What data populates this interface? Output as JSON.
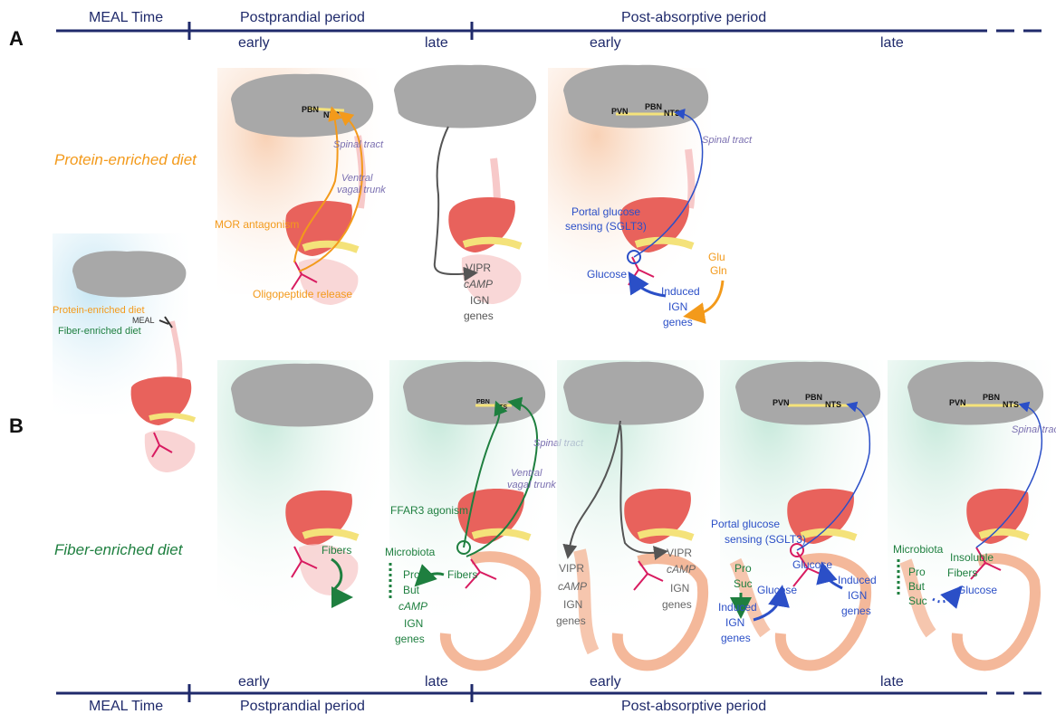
{
  "colors": {
    "navy": "#1f2a6b",
    "protein": "#f39a1b",
    "fiber": "#1e7f3f",
    "blue": "#2b4fc7",
    "liver": "#e8625c",
    "gray": "#555555",
    "intestine": "#f7c9c9",
    "colon": "#f4b89a",
    "nerve": "#d81b60",
    "pancreas": "#f4e27a"
  },
  "timeline_top": {
    "meal_time": "MEAL Time",
    "postprandial": "Postprandial period",
    "post_absorptive": "Post-absorptive period",
    "early_1": "early",
    "late_1": "late",
    "early_2": "early",
    "late_2": "late"
  },
  "timeline_bottom": {
    "meal_time": "MEAL Time",
    "postprandial": "Postprandial period",
    "post_absorptive": "Post-absorptive period",
    "early_1": "early",
    "late_1": "late",
    "early_2": "early",
    "late_2": "late"
  },
  "panels": {
    "a": "A",
    "b": "B"
  },
  "left_panel": {
    "protein_diet": "Protein-enriched diet",
    "fiber_diet": "Fiber-enriched diet",
    "meal": "MEAL"
  },
  "row_a": {
    "diet_label": "Protein-enriched diet",
    "panel1": {
      "pbn": "PBN",
      "nts": "NTS",
      "spinal_tract": "Spinal tract",
      "ventral_line1": "Ventral",
      "ventral_line2": "vagal trunk",
      "mor": "MOR antagonism",
      "oligopeptide": "Oligopeptide release"
    },
    "panel2": {
      "vipr": "VIPR",
      "camp": "cAMP",
      "ign": "IGN",
      "genes": "genes"
    },
    "panel3": {
      "pvn": "PVN",
      "pbn": "PBN",
      "nts": "NTS",
      "spinal_tract": "Spinal tract",
      "portal_line1": "Portal glucose",
      "portal_line2": "sensing (SGLT3)",
      "glucose": "Glucose",
      "induced": "Induced",
      "ign": "IGN",
      "genes": "genes",
      "glu": "Glu",
      "gln": "Gln"
    }
  },
  "row_b": {
    "diet_label": "Fiber-enriched diet",
    "panel1": {
      "fibers": "Fibers"
    },
    "panel2": {
      "pbn": "PBN",
      "nts": "NTS",
      "spinal_tract": "Spinal tract",
      "ventral_line1": "Ventral",
      "ventral_line2": "vagal trunk",
      "ffar3": "FFAR3 agonism",
      "microbiota": "Microbiota",
      "pro": "Pro",
      "but": "But",
      "camp": "cAMP",
      "ign": "IGN",
      "genes": "genes",
      "fibers": "Fibers"
    },
    "panel3": {
      "vipr_left": "VIPR",
      "camp_left": "cAMP",
      "ign_left": "IGN",
      "genes_left": "genes",
      "vipr_right": "VIPR",
      "camp_right": "cAMP",
      "ign_right": "IGN",
      "genes_right": "genes"
    },
    "panel4": {
      "pvn": "PVN",
      "pbn": "PBN",
      "nts": "NTS",
      "portal_line1": "Portal glucose",
      "portal_line2": "sensing (SGLT3)",
      "pro": "Pro",
      "suc": "Suc",
      "glucose_1": "Glucose",
      "glucose_2": "Glucose",
      "induced_left": "Induced",
      "ign_left": "IGN",
      "genes_left": "genes",
      "induced_right": "Induced",
      "ign_right": "IGN",
      "genes_right": "genes"
    },
    "panel5": {
      "pvn": "PVN",
      "pbn": "PBN",
      "nts": "NTS",
      "spinal_tract": "Spinal tract",
      "microbiota": "Microbiota",
      "insoluble": "Insoluble",
      "fibers": "Fibers",
      "pro": "Pro",
      "but": "But",
      "suc": "Suc",
      "glucose": "Glucose"
    }
  }
}
